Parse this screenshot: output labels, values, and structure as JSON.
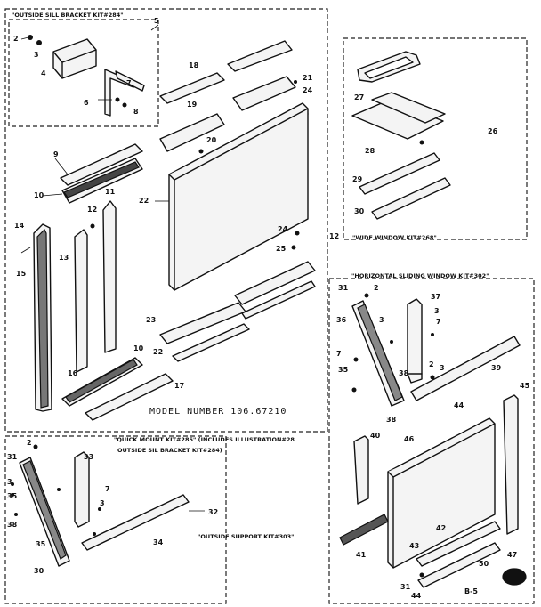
{
  "captions": {
    "outside_sill": "\"OUTSIDE SILL BRACKET KIT#284\"",
    "wide_window": "\"WIDE WINDOW KIT#268\"",
    "horizontal": "\"HORIZONTAL SLIDING WINDOW KIT#302\"",
    "quick_mount_1": "\"QUICK MOUNT KIT#285\" (INCLUDES ILLUSTRATION#28",
    "quick_mount_2": "OUTSIDE SIL BRACKET KIT#284)",
    "outside_support": "\"OUTSIDE SUPPORT KIT#303\"",
    "model": "MODEL NUMBER 106.67210",
    "page": "B-5"
  },
  "numbers": {
    "n2a": "2",
    "n3a": "3",
    "n5a": "5",
    "n4a": "4",
    "n6": "6",
    "n7a": "7",
    "n8": "8",
    "n9": "9",
    "n10a": "10",
    "n11": "11",
    "n12": "12",
    "n13": "13",
    "n14": "14",
    "n15": "15",
    "n16": "16",
    "n10b": "10",
    "n17": "17",
    "n18a": "18",
    "n19": "19",
    "n20": "20",
    "n21": "21",
    "n24a": "24",
    "n22a": "22",
    "n24b": "24",
    "n25": "25",
    "n23": "23",
    "n22b": "22",
    "n27": "27",
    "n26": "26",
    "n28": "28",
    "n29": "29",
    "n30": "30",
    "n12b": "12",
    "n31a": "31",
    "n2b": "2",
    "n36a": "36",
    "n37": "37",
    "n3b": "3",
    "n7b": "7",
    "n3c": "3",
    "n7c": "7",
    "n35a": "35",
    "n38a": "38",
    "n39": "39",
    "n2c": "2",
    "n3d": "3",
    "n38b": "38",
    "n45": "45",
    "n44": "44",
    "n40": "40",
    "n46": "46",
    "n41": "41",
    "n42": "42",
    "n43": "43",
    "n50": "50",
    "n47": "47",
    "n31b": "31",
    "n44b": "44",
    "n2d": "2",
    "n31c": "31",
    "n33": "33",
    "n3e": "3",
    "n35b": "35",
    "n7d": "7",
    "n3f": "3",
    "n38c": "38",
    "n32": "32",
    "n34": "34",
    "n35c": "35",
    "n30b": "30"
  }
}
